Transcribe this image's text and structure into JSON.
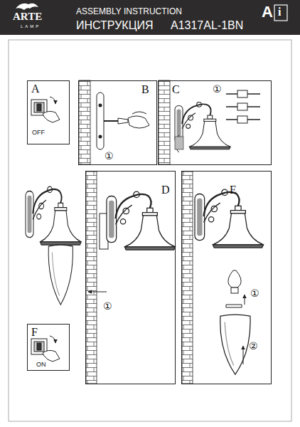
{
  "diagram": {
    "nodes": [
      {
        "text": [
          "ARTE",
          "LAMP",
          "ASSEMBLY INSTRUCTION",
          "ИНСТРУКЦИЯ",
          "A1317AL-1BN",
          "A"
        ]
      },
      {
        "text": [
          "A",
          "OFF"
        ]
      },
      {
        "text": [
          "B",
          "①"
        ]
      },
      {
        "text": [
          "C",
          "①"
        ]
      },
      {
        "text": [
          "D",
          "①"
        ]
      },
      {
        "text": [
          "E",
          "①",
          "②"
        ]
      },
      {
        "text": [
          "F",
          "ON"
        ]
      }
    ],
    "labels": [
      "i"
    ]
  }
}
